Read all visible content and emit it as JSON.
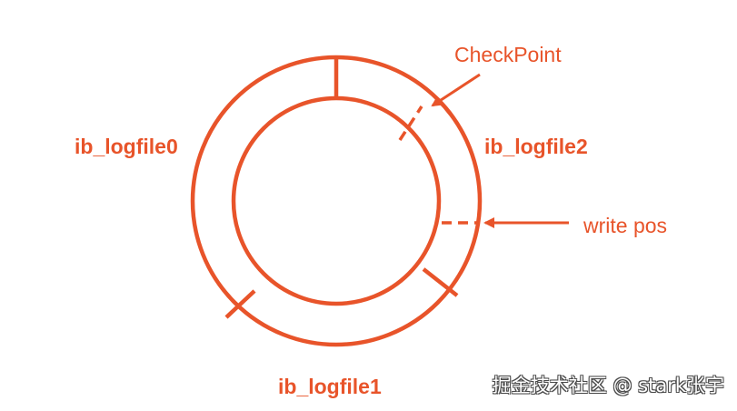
{
  "colors": {
    "accent": "#e8542a",
    "background": "#ffffff"
  },
  "labels": {
    "logfile0": "ib_logfile0",
    "logfile1": "ib_logfile1",
    "logfile2": "ib_logfile2",
    "checkpoint": "CheckPoint",
    "write_pos": "write pos"
  },
  "watermark": {
    "text": "掘金技术社区 @ stark张宇"
  }
}
